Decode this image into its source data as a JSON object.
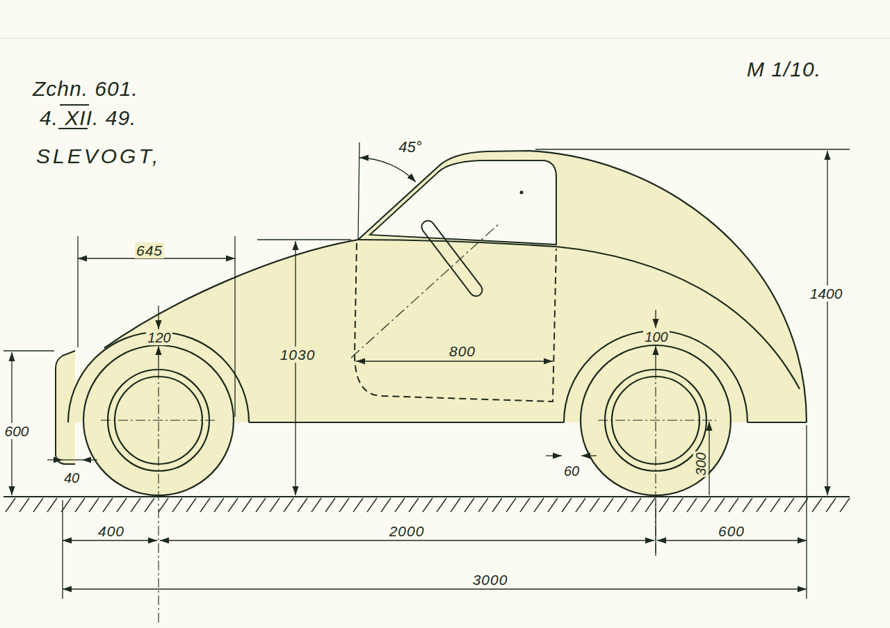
{
  "diagram": {
    "labels": [
      "Zchn. 601.",
      "4. XII. 49.",
      "SLEVOGT,",
      "M 1/10.",
      "45°",
      "645",
      "120",
      "1030",
      "800",
      "100",
      "1400",
      "600",
      "40",
      "60",
      "300",
      "400",
      "2000",
      "600",
      "3000"
    ]
  }
}
